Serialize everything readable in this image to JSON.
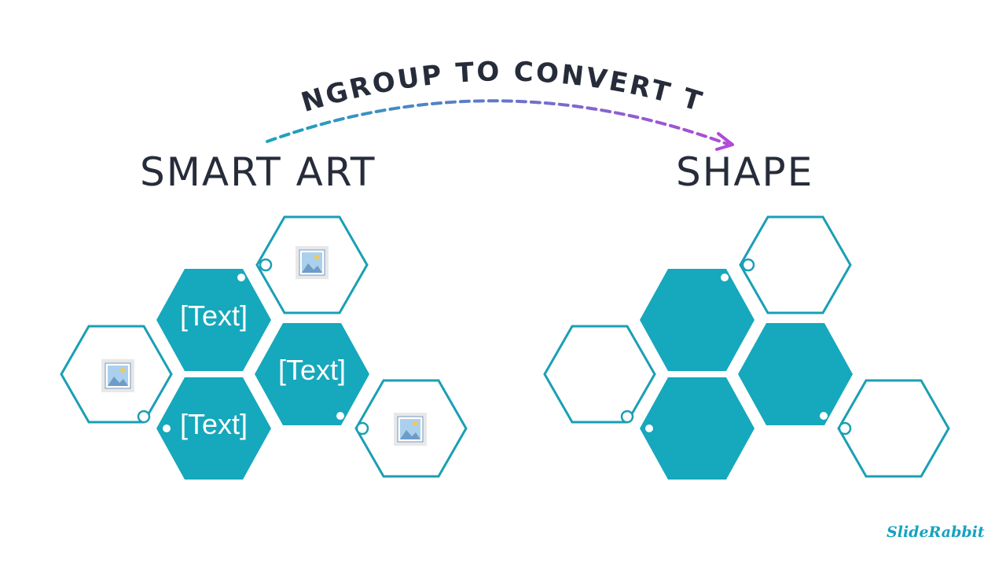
{
  "arc_label": "UNGROUP TO CONVERT TO",
  "left_title": "SMART ART",
  "right_title": "SHAPE",
  "text_placeholders": [
    "[Text]",
    "[Text]",
    "[Text]"
  ],
  "brand": "SlideRabbit",
  "colors": {
    "teal": "#16a8bc",
    "outline": "#1a9fb4",
    "title": "#262c3a",
    "arrow_start": "#1ba4bc",
    "arrow_end": "#b04ad8",
    "brand": "#16a2c0"
  },
  "icons": {
    "image_placeholder": "image-placeholder-icon",
    "arrow_head": "arrow-head-icon"
  }
}
